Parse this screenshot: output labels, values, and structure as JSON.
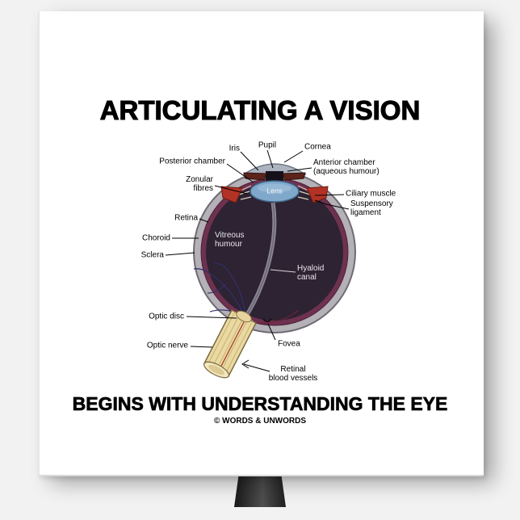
{
  "plaque": {
    "title": "ARTICULATING A VISION",
    "footer_line": "BEGINS WITH UNDERSTANDING THE EYE",
    "copyright": "© WORDS & UNWORDS"
  },
  "diagram": {
    "labels": {
      "pupil": "Pupil",
      "iris": "Iris",
      "cornea": "Cornea",
      "posterior_chamber": "Posterior chamber",
      "anterior_chamber": "Anterior chamber\n(aqueous humour)",
      "zonular_fibres": "Zonular\nfibres",
      "ciliary_muscle": "Ciliary muscle",
      "suspensory_ligament": "Suspensory\nligament",
      "retina": "Retina",
      "choroid": "Choroid",
      "sclera": "Sclera",
      "vitreous_humour": "Vitreous\nhumour",
      "hyaloid_canal": "Hyaloid\ncanal",
      "optic_disc": "Optic disc",
      "optic_nerve": "Optic nerve",
      "fovea": "Fovea",
      "retinal_blood_vessels": "Retinal\nblood vessels",
      "lens": "Lens"
    },
    "colors": {
      "sclera": "#b4b1b7",
      "choroid_ring": "#6e3150",
      "vitreous": "#2d2332",
      "cornea": "#a9afbc",
      "iris": "#5c241c",
      "lens": "#7fa8cb",
      "ciliary_muscle": "#b23226",
      "optic_nerve": "#ead9a0",
      "blood_vessels": "#32306b"
    }
  }
}
